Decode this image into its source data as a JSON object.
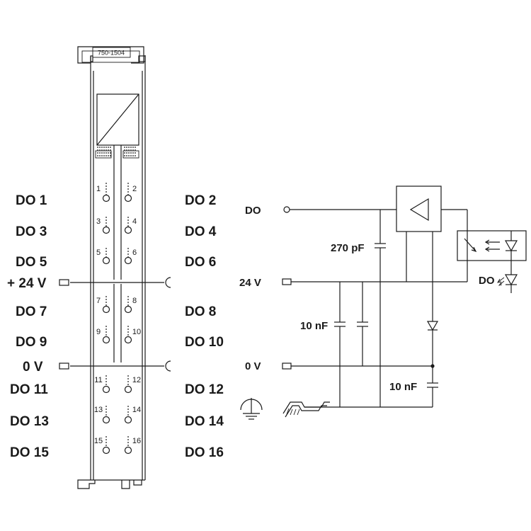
{
  "module": {
    "part_number": "750-1504"
  },
  "left_labels": {
    "do1": "DO 1",
    "do3": "DO 3",
    "do5": "DO 5",
    "plus24v": "+ 24 V",
    "do7": "DO 7",
    "do9": "DO 9",
    "zerov": "0 V",
    "do11": "DO 11",
    "do13": "DO 13",
    "do15": "DO 15"
  },
  "right_labels": {
    "do2": "DO 2",
    "do4": "DO 4",
    "do6": "DO 6",
    "do8": "DO 8",
    "do10": "DO 10",
    "do12": "DO 12",
    "do14": "DO 14",
    "do16": "DO 16"
  },
  "terminals": [
    "1",
    "2",
    "3",
    "4",
    "5",
    "6",
    "7",
    "8",
    "9",
    "10",
    "11",
    "12",
    "13",
    "14",
    "15",
    "16"
  ],
  "schematic": {
    "do_label": "DO",
    "v24_label": "24 V",
    "v0_label": "0 V",
    "cap_270pf": "270 pF",
    "cap_10nf_left": "10 nF",
    "cap_10nf_right": "10 nF",
    "do_led_label": "DO"
  }
}
